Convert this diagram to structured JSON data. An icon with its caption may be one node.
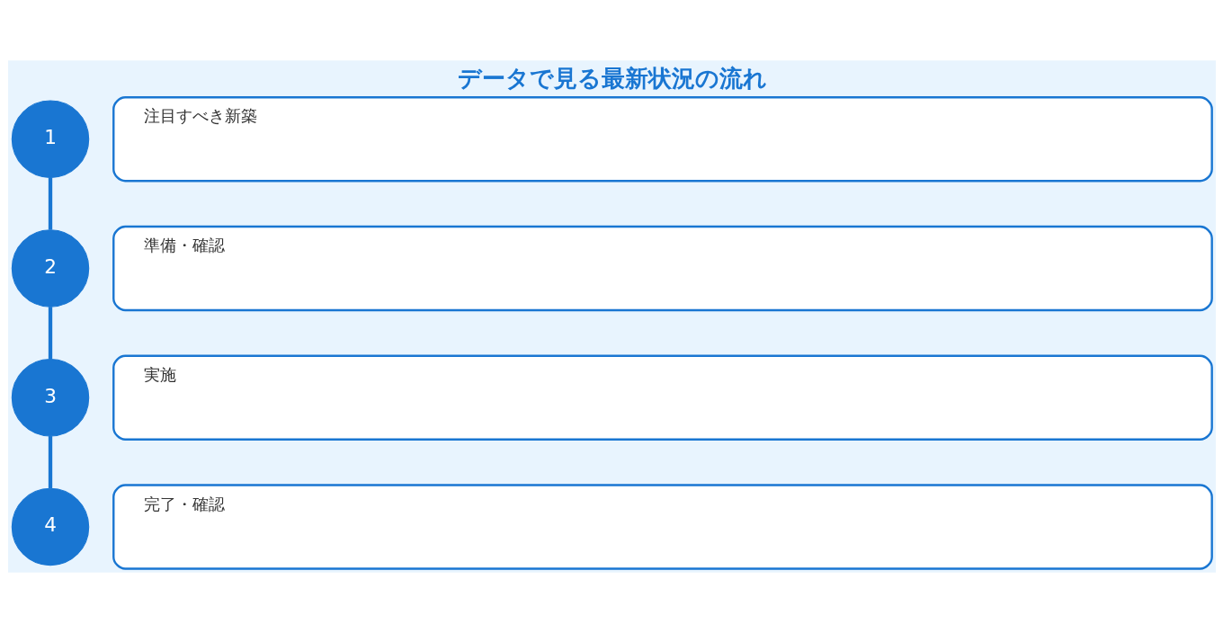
{
  "diagram": {
    "title": "データで見る最新状況の流れ",
    "nodes": [
      {
        "text": [
          "1"
        ]
      },
      {
        "text": [
          "注目すべき新築"
        ]
      },
      {
        "text": [
          "2"
        ]
      },
      {
        "text": [
          "準備・確認"
        ]
      },
      {
        "text": [
          "3"
        ]
      },
      {
        "text": [
          "実施"
        ]
      },
      {
        "text": [
          "4"
        ]
      },
      {
        "text": [
          "完了・確認"
        ]
      }
    ],
    "edges": [
      {
        "from": 0,
        "to": 2,
        "arrow": "none"
      },
      {
        "from": 2,
        "to": 4,
        "arrow": "none"
      },
      {
        "from": 4,
        "to": 6,
        "arrow": "none"
      }
    ]
  }
}
